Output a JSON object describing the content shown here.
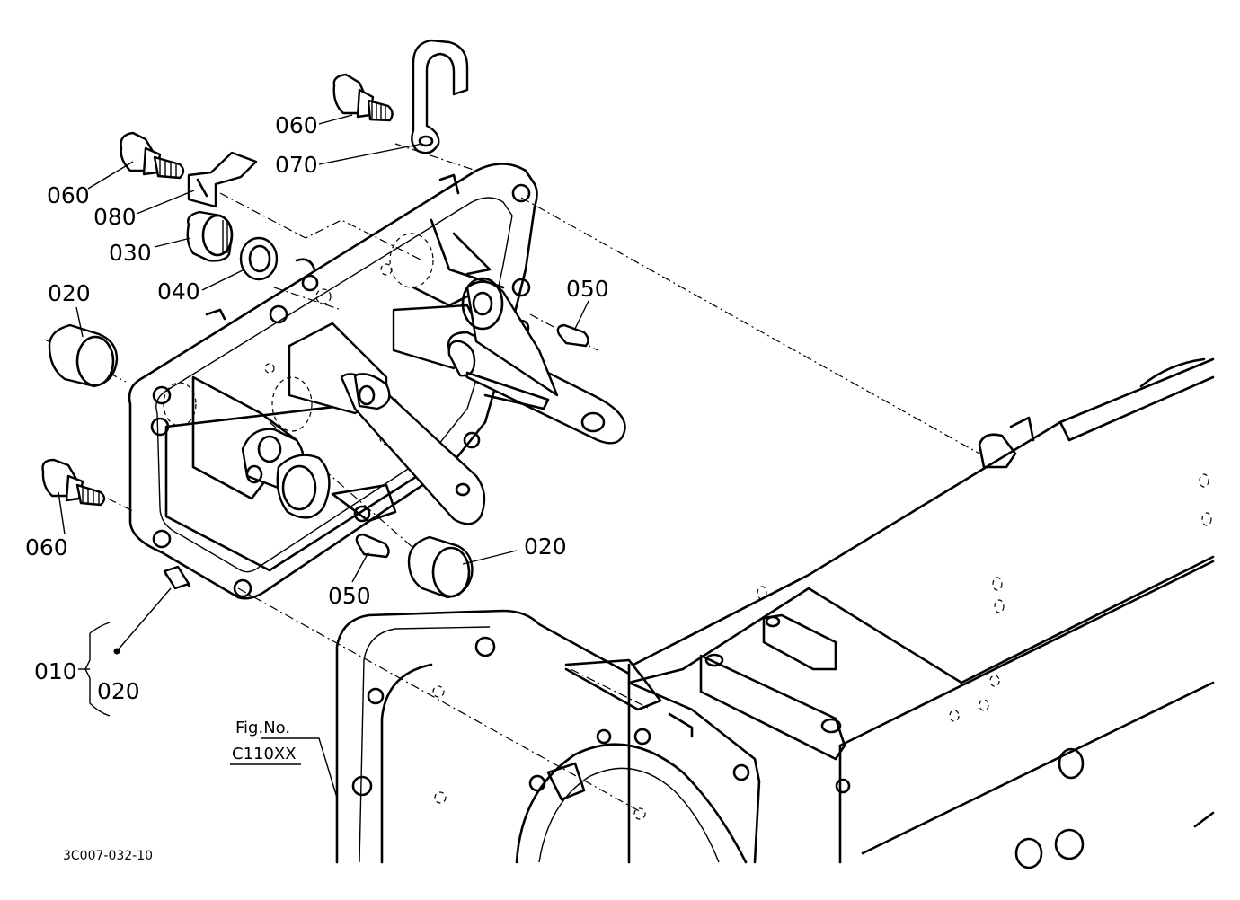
{
  "labels": {
    "c060_top": "060",
    "c070": "070",
    "c060_left": "060",
    "c080": "080",
    "c030": "030",
    "c040": "040",
    "c050_right": "050",
    "c020_left": "020",
    "c060_bottom": "060",
    "c020_right": "020",
    "c050_bottom": "050",
    "c010": "010",
    "c020_bracket": "020",
    "fig_no_label": "Fig.No.",
    "fig_no_value": "C110XX",
    "diagram_id": "3C007-032-10"
  }
}
